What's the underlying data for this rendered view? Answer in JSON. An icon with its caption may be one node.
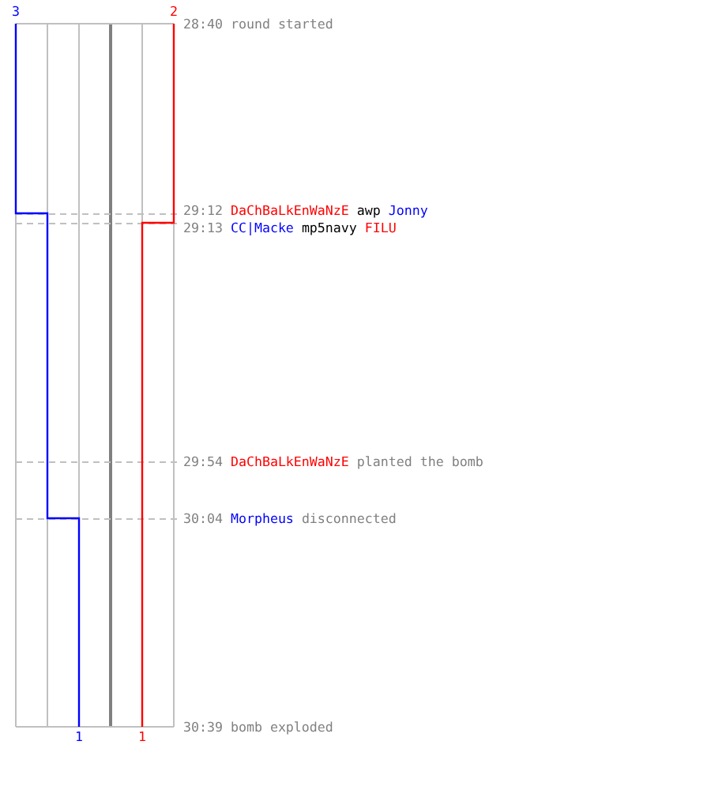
{
  "diagram": {
    "labels": [
      "3",
      "2",
      "28:40",
      "round started",
      "29:12",
      "DaChBaLkEnWaNzE",
      "awp",
      "Jonny",
      "29:13",
      "CC|Macke",
      "mp5navy",
      "FILU",
      "29:54",
      "DaChBaLkEnWaNzE",
      "planted the bomb",
      "30:04",
      "Morpheus",
      "disconnected",
      "1",
      "1",
      "30:39",
      "bomb exploded"
    ]
  }
}
